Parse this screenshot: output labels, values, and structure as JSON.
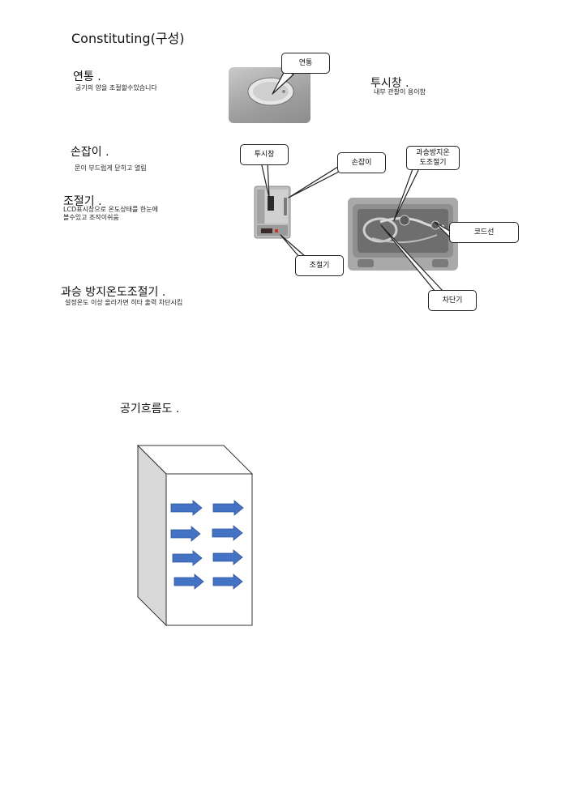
{
  "title": "Constituting(구성)",
  "sections": {
    "vent": {
      "heading": "연통 .",
      "desc": "공기의 양을 조절할수있습니다"
    },
    "window": {
      "heading": "투시창 .",
      "desc": "내부 관찰이 용이함"
    },
    "handle": {
      "heading": "손잡이 .",
      "desc": "문이 부드럽게 닫히고 열림"
    },
    "controller": {
      "heading": "조절기 .",
      "desc_line1": "LCD표시창으로 온도상태를 한눈에",
      "desc_line2": "볼수있고 조작이쉬움"
    },
    "overheat": {
      "heading": "과승 방지온도조절기 .",
      "desc": "설정온도 이상 올라가면  히타 출력 차단시킴"
    }
  },
  "callouts": {
    "vent": "연통",
    "window": "투시창",
    "handle": "손잡이",
    "overheat_line1": "과승방지온",
    "overheat_line2": "도조절기",
    "cord": "코드선",
    "controller": "조절기",
    "breaker": "차단기"
  },
  "airflow": {
    "title": "공기흐름도 ."
  },
  "colors": {
    "arrow": "#4472c4",
    "arrow_border": "#2f5597",
    "cabinet_side": "#d9d9d9"
  }
}
